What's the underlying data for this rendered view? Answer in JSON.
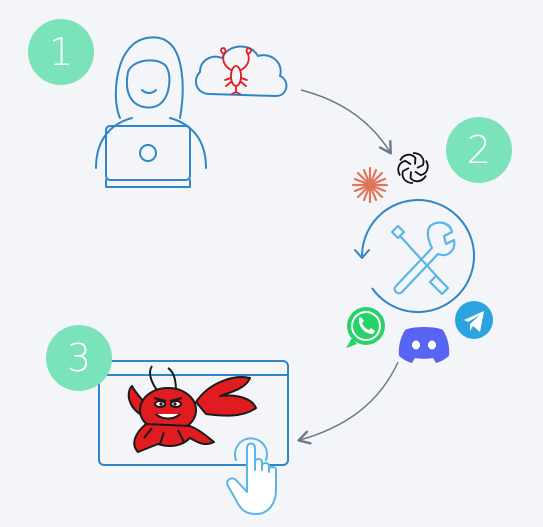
{
  "colors": {
    "background": "#f4f5f8",
    "line_blue": "#2f86c7",
    "light_blue": "#58b6e6",
    "badge_green": "#7be3b9",
    "badge_text": "#ffffff",
    "lobster_red": "#e01c20",
    "arrow_gray": "#6b7b8c",
    "claude_orange": "#e0755a",
    "whatsapp_green": "#25d366",
    "discord_purple": "#5865f2",
    "telegram_blue": "#2aa3e0"
  },
  "steps": [
    {
      "number": "1"
    },
    {
      "number": "2"
    },
    {
      "number": "3"
    }
  ],
  "icons": {
    "user": "person-laptop-icon",
    "cloud": "cloud-lobster-icon",
    "claude": "claude-sparkle-icon",
    "openai": "openai-icon",
    "tools": "wrench-screwdriver-icon",
    "whatsapp": "whatsapp-icon",
    "discord": "discord-icon",
    "telegram": "telegram-icon",
    "mascot": "lobster-mascot-icon",
    "pointer": "hand-pointer-icon"
  }
}
